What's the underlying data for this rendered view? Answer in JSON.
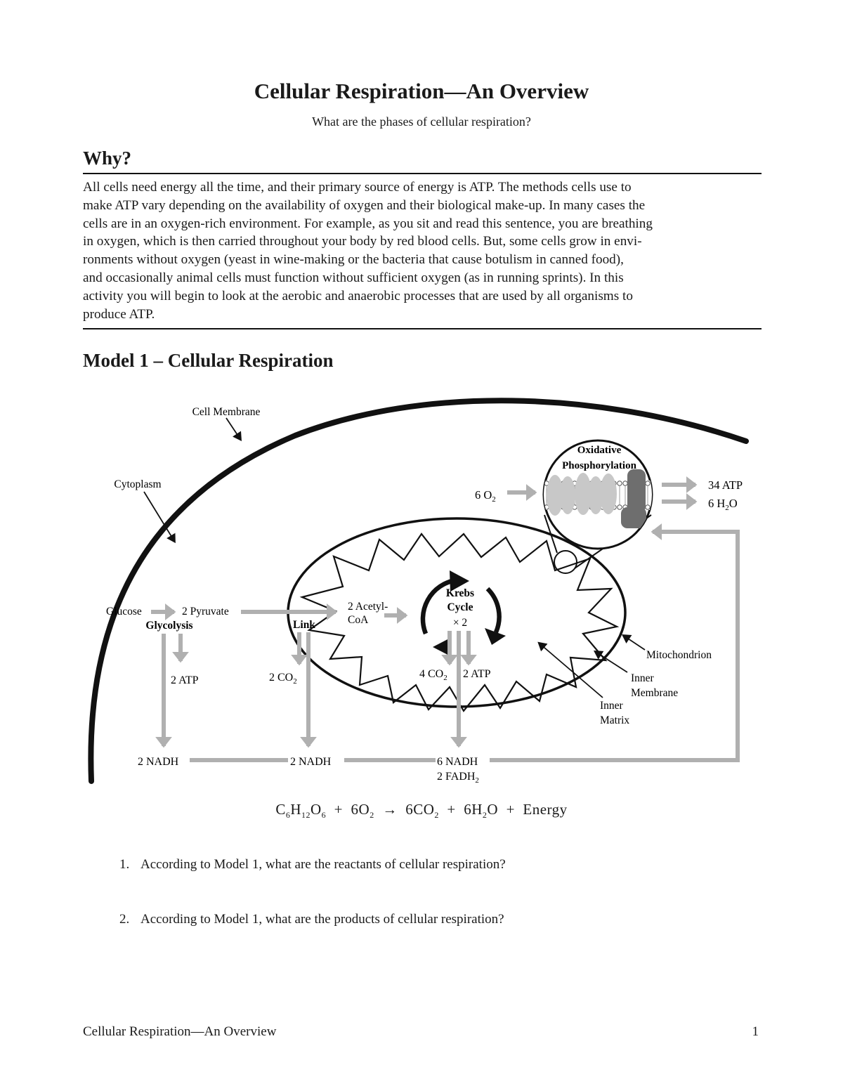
{
  "title": "Cellular Respiration—An Overview",
  "subtitle": "What are the phases of cellular respiration?",
  "why": {
    "heading": "Why?",
    "text": "All cells need energy all the time, and their primary source of energy is ATP. The methods cells use to\nmake ATP vary depending on the availability of oxygen and their biological make-up. In many cases the\ncells are in an oxygen-rich environment. For example, as you sit and read this sentence, you are breathing\nin oxygen, which is then carried throughout your body by red blood cells. But, some cells grow in envi-\nronments without oxygen (yeast in wine-making or the bacteria that cause botulism in canned food),\nand occasionally animal cells must function without sufficient oxygen (as in running sprints). In this\nactivity you will begin to look at the aerobic and anaerobic processes that are used by all organisms to\nproduce ATP."
  },
  "model": {
    "heading": "Model 1 – Cellular Respiration",
    "labels": {
      "cell_membrane": "Cell Membrane",
      "cytoplasm": "Cytoplasm",
      "oxidative": "Oxidative",
      "phosphorylation": "Phosphorylation",
      "o2_in_num": "6 O",
      "o2_in_sub": "2",
      "atp_34": "34 ATP",
      "h2o_a": "6 H",
      "h2o_sub": "2",
      "h2o_b": "O",
      "glucose": "Glucose",
      "pyruvate": "2 Pyruvate",
      "glycolysis": "Glycolysis",
      "link": "Link",
      "acetyl_1": "2 Acetyl-",
      "acetyl_2": "CoA",
      "krebs_1": "Krebs",
      "krebs_2": "Cycle",
      "krebs_3": "× 2",
      "atp_2a": "2 ATP",
      "co2_2_a": "2 CO",
      "co2_2_sub": "2",
      "co2_4_a": "4 CO",
      "co2_4_sub": "2",
      "atp_2b": "2 ATP",
      "mitochondrion": "Mitochondrion",
      "inner_membrane_1": "Inner",
      "inner_membrane_2": "Membrane",
      "inner_matrix_1": "Inner",
      "inner_matrix_2": "Matrix",
      "nadh_1": "2 NADH",
      "nadh_2": "2 NADH",
      "nadh_3": "6 NADH",
      "fadh_a": "2 FADH",
      "fadh_sub": "2"
    },
    "colors": {
      "arrow": "#b0b0b0",
      "protein_light": "#c8c8c8",
      "protein_dark": "#6e6e6e",
      "line": "#111111"
    }
  },
  "equation": {
    "c": "C",
    "c_sub": "6",
    "h": "H",
    "h_sub": "12",
    "o": "O",
    "o_sub": "6",
    "plus1": "+",
    "o2": "6O",
    "o2_sub": "2",
    "arrow": "→",
    "co2": "6CO",
    "co2_sub": "2",
    "plus2": "+",
    "h2o_a": "6H",
    "h2o_sub": "2",
    "h2o_b": "O",
    "plus3": "+",
    "energy": "Energy"
  },
  "questions": [
    {
      "num": "1.",
      "text": "According to Model 1, what are the reactants of cellular respiration?"
    },
    {
      "num": "2.",
      "text": "According to Model 1, what are the products of cellular respiration?"
    }
  ],
  "footer": {
    "left": "Cellular Respiration—An Overview",
    "page": "1"
  }
}
